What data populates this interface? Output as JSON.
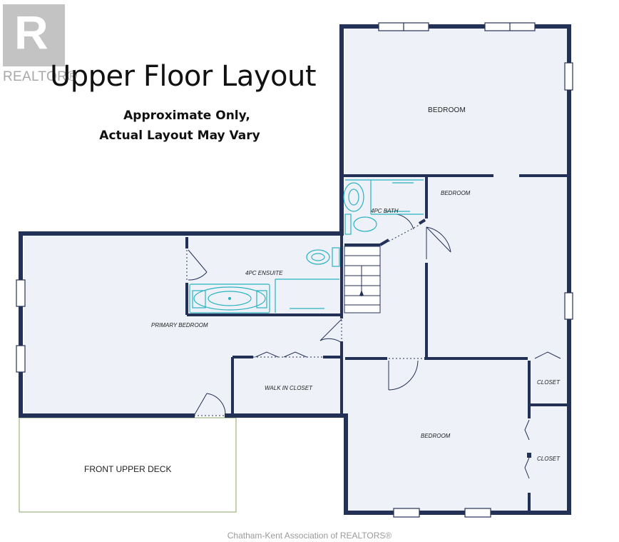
{
  "logo": {
    "letter": "R",
    "wordmark": "REALTOR®"
  },
  "title": "Upper Floor Layout",
  "note": [
    "Approximate Only,",
    "Actual Layout May Vary"
  ],
  "rooms": {
    "bedroom_top": "BEDROOM",
    "bedroom_mid": "BEDROOM",
    "bath": "4PC BATH",
    "ensuite": "4PC ENSUITE",
    "primary": "PRIMARY BEDROOM",
    "walkin": "WALK IN CLOSET",
    "bedroom_bottom": "BEDROOM",
    "closet_1": "CLOSET",
    "closet_2": "CLOSET",
    "deck": "FRONT UPPER DECK"
  },
  "credit": "Chatham-Kent Association of REALTORS®",
  "colors": {
    "wall": "#243156",
    "floor": "#eef1f7",
    "fixture": "#2ab4c4",
    "deck_border": "#8aa36b"
  }
}
